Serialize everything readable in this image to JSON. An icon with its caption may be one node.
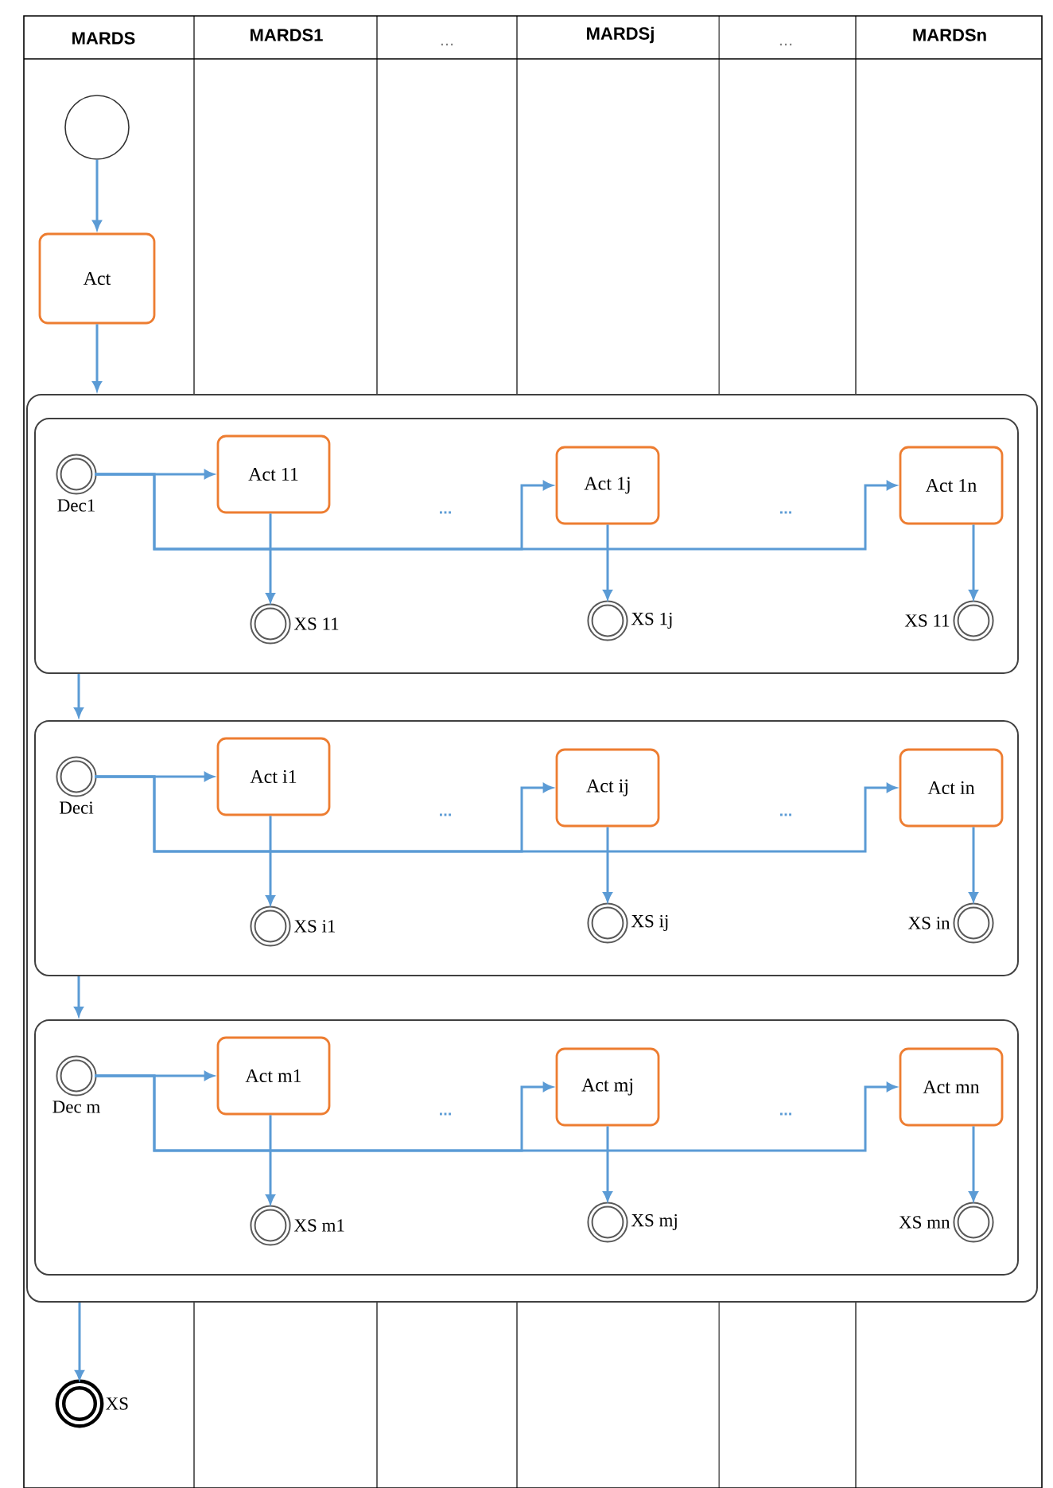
{
  "diagram": {
    "nodes": [
      {
        "text": [],
        "shape": "circle"
      },
      {
        "text": [
          "Act"
        ]
      },
      {
        "text": [],
        "shape": "box"
      },
      {
        "text": [],
        "shape": "box",
        "in": 2
      },
      {
        "text": [],
        "shape": "circle",
        "in": 3,
        "beside": [
          "Dec1"
        ]
      },
      {
        "text": [
          "Act 11"
        ],
        "in": 3
      },
      {
        "text": [
          "Act 1j"
        ],
        "in": 3
      },
      {
        "text": [
          "Act 1n"
        ],
        "in": 3
      },
      {
        "text": [],
        "shape": "circle",
        "in": 3,
        "beside": [
          "XS 11"
        ]
      },
      {
        "text": [],
        "shape": "circle",
        "in": 3,
        "beside": [
          "XS 1j"
        ]
      },
      {
        "text": [],
        "shape": "circle",
        "in": 3,
        "beside": [
          "XS 11"
        ]
      },
      {
        "text": [],
        "shape": "box",
        "in": 2
      },
      {
        "text": [],
        "shape": "circle",
        "in": 11,
        "beside": [
          "Deci"
        ]
      },
      {
        "text": [
          "Act i1"
        ],
        "in": 11
      },
      {
        "text": [
          "Act ij"
        ],
        "in": 11
      },
      {
        "text": [
          "Act in"
        ],
        "in": 11
      },
      {
        "text": [],
        "shape": "circle",
        "in": 11,
        "beside": [
          "XS i1"
        ]
      },
      {
        "text": [],
        "shape": "circle",
        "in": 11,
        "beside": [
          "XS ij"
        ]
      },
      {
        "text": [],
        "shape": "circle",
        "in": 11,
        "beside": [
          "XS in"
        ]
      },
      {
        "text": [],
        "shape": "box",
        "in": 2
      },
      {
        "text": [],
        "shape": "circle",
        "in": 19,
        "beside": [
          "Dec m"
        ]
      },
      {
        "text": [
          "Act m1"
        ],
        "in": 19
      },
      {
        "text": [
          "Act mj"
        ],
        "in": 19
      },
      {
        "text": [
          "Act mn"
        ],
        "in": 19
      },
      {
        "text": [],
        "shape": "circle",
        "in": 19,
        "beside": [
          "XS m1"
        ]
      },
      {
        "text": [],
        "shape": "circle",
        "in": 19,
        "beside": [
          "XS mj"
        ]
      },
      {
        "text": [],
        "shape": "circle",
        "in": 19,
        "beside": [
          "XS mn"
        ]
      },
      {
        "text": [],
        "shape": "circle",
        "beside": [
          "XS"
        ]
      }
    ],
    "edges": [
      {
        "from": 0,
        "to": 1,
        "arrow": "to"
      },
      {
        "from": 1,
        "to": 2,
        "arrow": "to"
      },
      {
        "from": 4,
        "to": 5,
        "arrow": "to"
      },
      {
        "from": 4,
        "to": 6,
        "arrow": "to"
      },
      {
        "from": 4,
        "to": 7,
        "arrow": "to"
      },
      {
        "from": 5,
        "to": 8,
        "arrow": "to"
      },
      {
        "from": 6,
        "to": 9,
        "arrow": "to"
      },
      {
        "from": 7,
        "to": 10,
        "arrow": "to"
      },
      {
        "from": 3,
        "to": 11,
        "arrow": "to"
      },
      {
        "from": 12,
        "to": 13,
        "arrow": "to"
      },
      {
        "from": 12,
        "to": 14,
        "arrow": "to"
      },
      {
        "from": 12,
        "to": 15,
        "arrow": "to"
      },
      {
        "from": 13,
        "to": 16,
        "arrow": "to"
      },
      {
        "from": 14,
        "to": 17,
        "arrow": "to"
      },
      {
        "from": 15,
        "to": 18,
        "arrow": "to"
      },
      {
        "from": 11,
        "to": 19,
        "arrow": "to"
      },
      {
        "from": 20,
        "to": 21,
        "arrow": "to"
      },
      {
        "from": 20,
        "to": 22,
        "arrow": "to"
      },
      {
        "from": 20,
        "to": 23,
        "arrow": "to"
      },
      {
        "from": 21,
        "to": 24,
        "arrow": "to"
      },
      {
        "from": 22,
        "to": 25,
        "arrow": "to"
      },
      {
        "from": 23,
        "to": 26,
        "arrow": "to"
      },
      {
        "from": 2,
        "to": 27,
        "arrow": "to"
      }
    ],
    "labels": [
      "MARDS",
      "MARDS1",
      "...",
      "MARDSj",
      "...",
      "MARDSn",
      "...",
      "...",
      "...",
      "...",
      "...",
      "..."
    ]
  }
}
